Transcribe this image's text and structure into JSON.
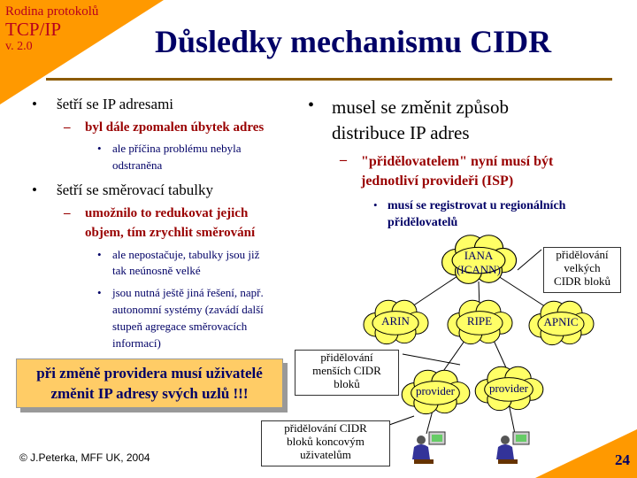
{
  "header": {
    "series_line1": "Rodina protokolů",
    "series_line2": "TCP/IP",
    "version": "v. 2.0",
    "title": "Důsledky mechanismu CIDR"
  },
  "left": {
    "b1": "šetří se IP adresami",
    "b1_d1": "byl dále zpomalen úbytek adres",
    "b1_d1_s1_l1": "ale příčina problému nebyla",
    "b1_d1_s1_l2": "odstraněna",
    "b2": "šetří se směrovací tabulky",
    "b2_d1_l1": "umožnilo to redukovat jejich",
    "b2_d1_l2": "objem, tím zrychlit směrování",
    "b2_s1_l1": "ale nepostačuje, tabulky jsou již",
    "b2_s1_l2": "tak neúnosně velké",
    "b2_s2_l1": "jsou nutná ještě jiná řešení, např.",
    "b2_s2_l2": "autonomní systémy (zavádí další",
    "b2_s2_l3": "stupeň agregace směrovacích",
    "b2_s2_l4": "informací)"
  },
  "right": {
    "b1_l1": "musel se změnit způsob",
    "b1_l2": "distribuce IP adres",
    "d1_l1": "\"přidělovatelem\" nyní musí být",
    "d1_l2": "jednotliví provideři (ISP)",
    "s1_l1": "musí se registrovat u regionálních",
    "s1_l2": "přidělovatelů"
  },
  "diagram": {
    "iana_l1": "IANA",
    "iana_l2": "(ICANN)",
    "arin": "ARIN",
    "ripe": "RIPE",
    "apnic": "APNIC",
    "provider1": "provider",
    "provider2": "provider",
    "note_large_l1": "přidělování",
    "note_large_l2": "velkých",
    "note_large_l3": "CIDR bloků",
    "note_small_l1": "přidělování",
    "note_small_l2": "menších CIDR",
    "note_small_l3": "bloků",
    "note_end_l1": "přidělování CIDR",
    "note_end_l2": "bloků koncovým",
    "note_end_l3": "uživatelům"
  },
  "callout_l1": "při změně providera musí uživatelé",
  "callout_l2": "změnit IP adresy svých uzlů !!!",
  "footer": {
    "copyright": "© J.Peterka, MFF UK, 2004",
    "page": "24"
  },
  "colors": {
    "accent": "#ff9900",
    "title": "#000066",
    "dash": "#990000",
    "cloud": "#ffff66"
  }
}
